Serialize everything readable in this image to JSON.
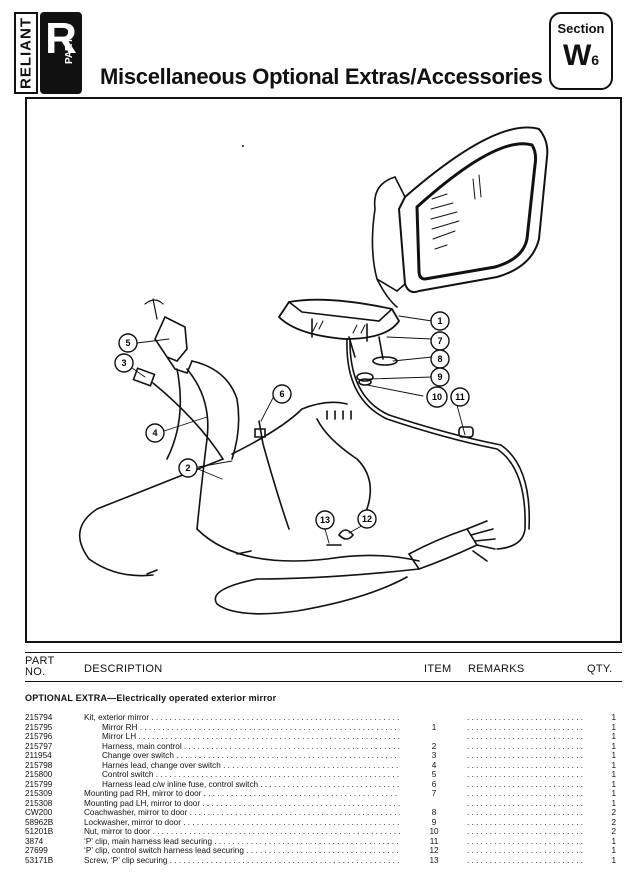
{
  "logo": {
    "brand": "RELIANT",
    "letter": "R",
    "sub": "PART"
  },
  "title": "Miscellaneous Optional Extras/Accessories",
  "section": {
    "label": "Section",
    "code": "W",
    "sub": "6"
  },
  "callouts": [
    "1",
    "7",
    "8",
    "9",
    "10",
    "11",
    "5",
    "3",
    "6",
    "4",
    "2",
    "13",
    "12"
  ],
  "table": {
    "headers": {
      "part_no": "PART NO.",
      "description": "DESCRIPTION",
      "item": "ITEM",
      "remarks": "REMARKS",
      "qty": "QTY."
    },
    "group_title": "OPTIONAL EXTRA—Electrically operated exterior mirror",
    "rows": [
      {
        "part_no": "215794",
        "description": "Kit, exterior mirror",
        "item": "",
        "qty": "1"
      },
      {
        "part_no": "215795",
        "description": "Mirror RH",
        "item": "1",
        "qty": "1"
      },
      {
        "part_no": "215796",
        "description": "Mirror LH",
        "item": "",
        "qty": "1"
      },
      {
        "part_no": "215797",
        "description": "Harness, main control",
        "item": "2",
        "qty": "1"
      },
      {
        "part_no": "211954",
        "description": "Change over switch",
        "item": "3",
        "qty": "1"
      },
      {
        "part_no": "215798",
        "description": "Harnes lead, change over switch",
        "item": "4",
        "qty": "1"
      },
      {
        "part_no": "215800",
        "description": "Control switch",
        "item": "5",
        "qty": "1"
      },
      {
        "part_no": "215799",
        "description": "Harness lead c/w inline fuse, control switch",
        "item": "6",
        "qty": "1"
      },
      {
        "part_no": "215309",
        "description": "Mounting pad RH, mirror to door",
        "item": "7",
        "qty": "1"
      },
      {
        "part_no": "215308",
        "description": "Mounting pad LH, mirror to door",
        "item": "",
        "qty": "1"
      },
      {
        "part_no": "CW200",
        "description": "Coachwasher, mirror to door",
        "item": "8",
        "qty": "2"
      },
      {
        "part_no": "58962B",
        "description": "Lockwasher, mirror to door",
        "item": "9",
        "qty": "2"
      },
      {
        "part_no": "51201B",
        "description": "Nut, mirror to door",
        "item": "10",
        "qty": "2"
      },
      {
        "part_no": "3874",
        "description": "‘P’ clip, main harness lead securing",
        "item": "11",
        "qty": "1"
      },
      {
        "part_no": "27699",
        "description": "‘P’ clip, control switch harness lead securing",
        "item": "12",
        "qty": "1"
      },
      {
        "part_no": "53171B",
        "description": "Screw, ‘P’ clip securing",
        "item": "13",
        "qty": "1"
      }
    ]
  }
}
